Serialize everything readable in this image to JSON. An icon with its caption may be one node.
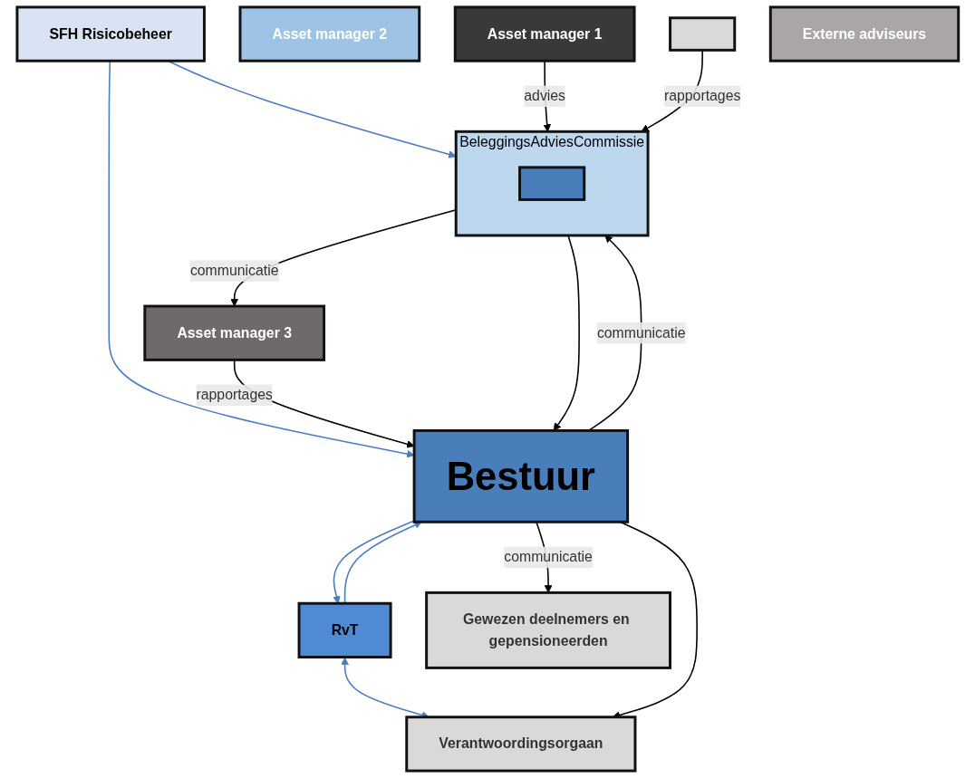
{
  "diagram": {
    "nodes": [
      {
        "text": [
          "RvT"
        ]
      },
      {
        "text": [
          "Bestuur"
        ]
      },
      {
        "text": [
          "Gewezen deelnemers en gepensioneerden"
        ]
      },
      {
        "text": [
          "Verantwoordingsorgaan"
        ]
      },
      {
        "text": [
          "BeleggingsAdviesCommissie"
        ]
      },
      {
        "text": [],
        "shape": "box",
        "in": 4
      },
      {
        "text": [
          "SFH Risicobeheer"
        ]
      },
      {
        "text": [
          "Asset manager 3"
        ]
      },
      {
        "text": [
          "Asset manager 2"
        ]
      },
      {
        "text": [
          "Asset manager 1"
        ]
      },
      {
        "text": [],
        "shape": "box"
      },
      {
        "text": [
          "Externe adviseurs"
        ]
      }
    ],
    "edges": [
      {
        "from": 0,
        "to": 1,
        "arrow": "to",
        "color": "#4a7cc4"
      },
      {
        "from": 1,
        "to": 0,
        "arrow": "to",
        "color": "#4a7cc4"
      },
      {
        "from": 0,
        "to": 3,
        "arrow": "both",
        "color": "#4a7cc4"
      },
      {
        "from": 1,
        "to": 2,
        "arrow": "to",
        "label": "communicatie"
      },
      {
        "from": 1,
        "to": 3,
        "arrow": "to"
      },
      {
        "from": 6,
        "to": 1,
        "arrow": "to",
        "color": "#4a7cc4"
      },
      {
        "from": 6,
        "to": 4,
        "arrow": "to",
        "color": "#4a7cc4"
      },
      {
        "from": 1,
        "to": 4,
        "arrow": "to",
        "label": "communicatie"
      },
      {
        "from": 4,
        "to": 1,
        "arrow": "to"
      },
      {
        "from": 7,
        "to": 1,
        "arrow": "to",
        "label": "rapportages"
      },
      {
        "from": 4,
        "to": 7,
        "arrow": "to",
        "label": "communicatie"
      },
      {
        "from": 9,
        "to": 4,
        "arrow": "to",
        "label": "advies"
      },
      {
        "from": 10,
        "to": 4,
        "arrow": "to",
        "label": "rapportages"
      }
    ]
  }
}
